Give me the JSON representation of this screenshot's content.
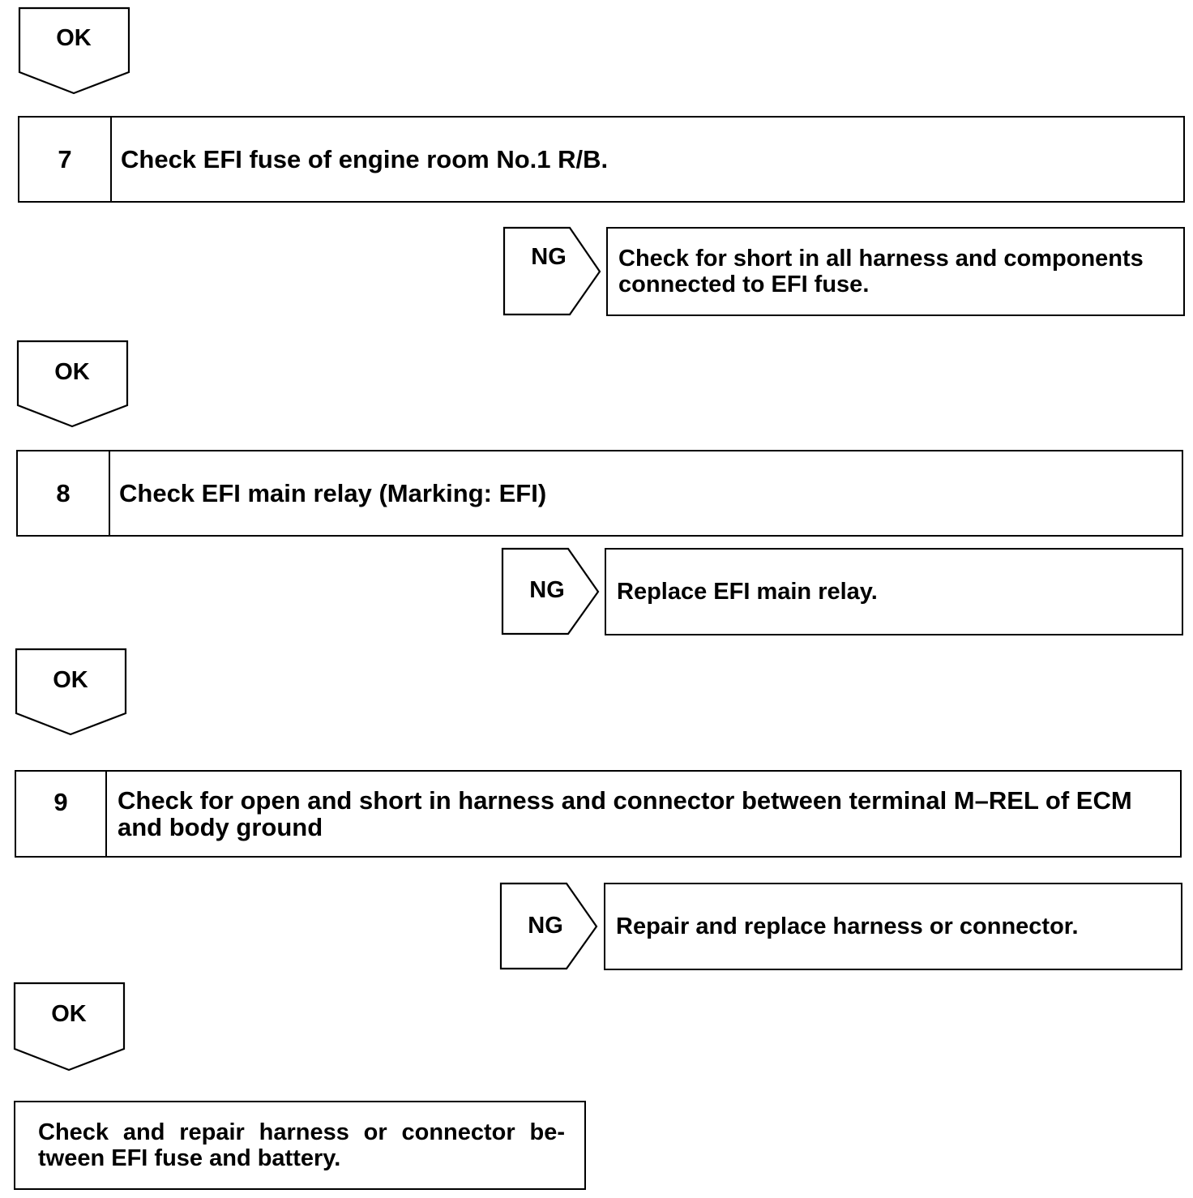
{
  "flow": {
    "steps": [
      {
        "ok_label": "OK",
        "number": "7",
        "text": "Check EFI fuse of engine room No.1 R/B.",
        "ng_label": "NG",
        "ng_action": "Check for short in all harness and components connected to EFI fuse."
      },
      {
        "ok_label": "OK",
        "number": "8",
        "text": "Check EFI main relay (Marking: EFI)",
        "ng_label": "NG",
        "ng_action": "Replace EFI main relay."
      },
      {
        "ok_label": "OK",
        "number": "9",
        "text": "Check for open and short in harness and connector between terminal M–REL of ECM and body ground",
        "ng_label": "NG",
        "ng_action": "Repair and replace harness or connector."
      }
    ],
    "final": {
      "ok_label": "OK",
      "text": "Check and repair harness or connector be- tween EFI fuse and battery."
    }
  }
}
